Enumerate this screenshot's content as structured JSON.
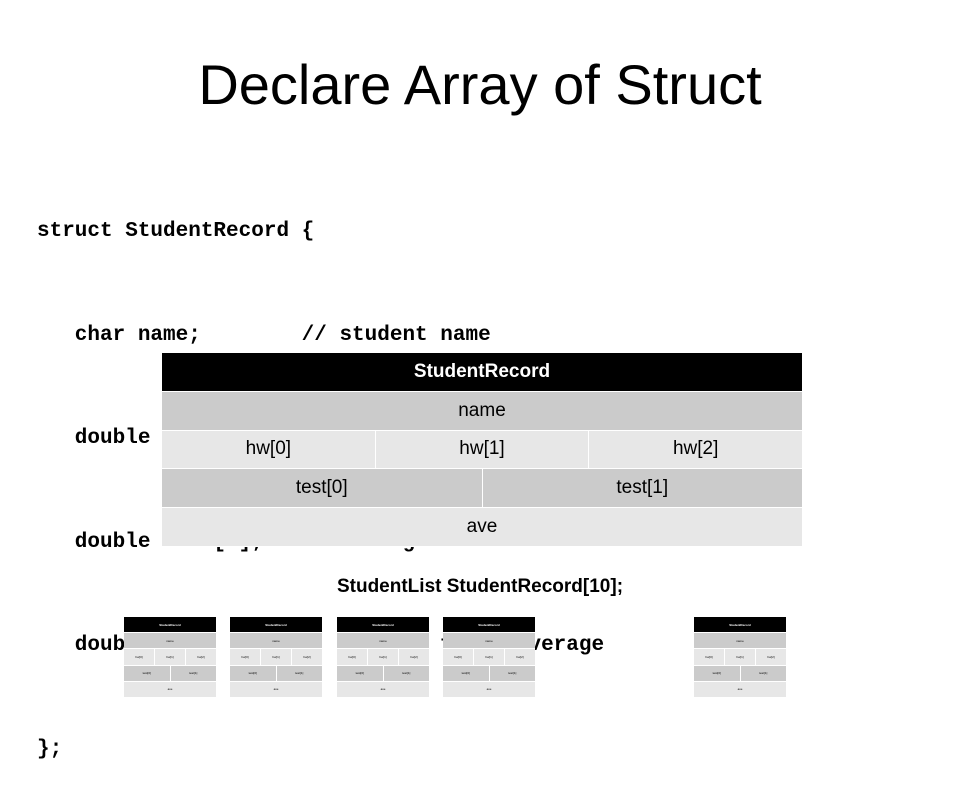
{
  "slide": {
    "title": "Declare Array of Struct",
    "code_lines": [
      "struct StudentRecord {",
      "   char name;        // student name",
      "   double hw[3];     // homework grades",
      "   double test[2];   // test grades",
      "   double ave;               // final average",
      "};"
    ],
    "record": {
      "header": "StudentRecord",
      "name": "name",
      "hw": [
        "hw[0]",
        "hw[1]",
        "hw[2]"
      ],
      "test": [
        "test[0]",
        "test[1]"
      ],
      "ave": "ave"
    },
    "caption": "StudentList StudentRecord[10];",
    "mini_record": {
      "header": "StudentRecord",
      "name": "name",
      "hw": [
        "hw[0]",
        "hw[1]",
        "hw[2]"
      ],
      "test": [
        "test[0]",
        "test[1]"
      ],
      "ave": "ave"
    }
  },
  "colors": {
    "header_bg": "#000000",
    "row_dark": "#cbcbcb",
    "row_light": "#e7e7e7"
  }
}
